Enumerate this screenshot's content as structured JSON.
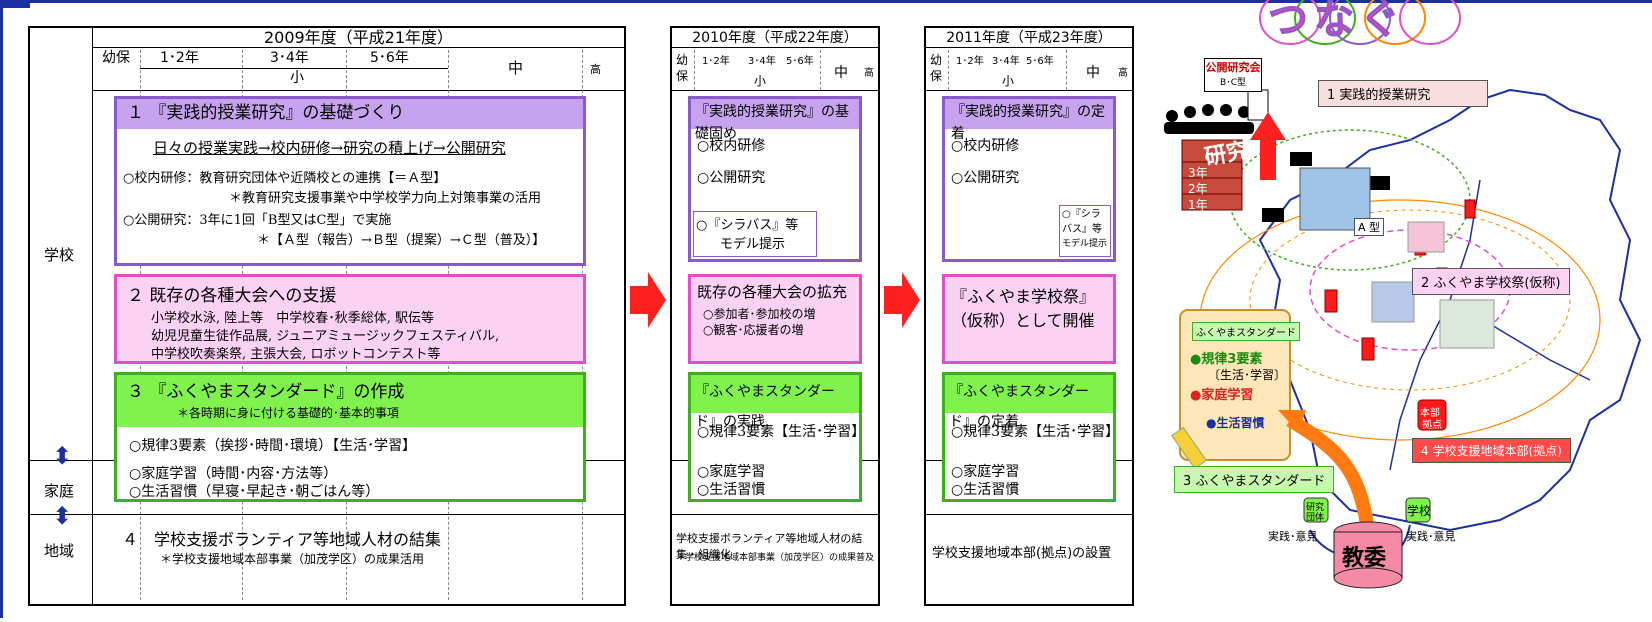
{
  "colors": {
    "frame": "#1c2fa0",
    "purple_border": "#8a5ac8",
    "purple_title": "#c7a2ee",
    "pink_border": "#e04fc8",
    "pink_fill": "#fbd2f4",
    "green_border": "#3fb01a",
    "green_title": "#7ff24e",
    "arrow": "#ff2020"
  },
  "rows": {
    "school": "学校",
    "home": "家庭",
    "region": "地域"
  },
  "p2009": {
    "year": "2009年度（平成21年度）",
    "g_yoho": "幼保",
    "g12": "1･2年",
    "g34": "3･4年",
    "g56": "5･6年",
    "g_sho": "小",
    "g_chu": "中",
    "g_ko": "高",
    "b1_title": "１ 『実践的授業研究』の基礎づくり",
    "b1_flow": "日々の授業実践→校内研修→研究の積上げ→公開研究",
    "b1_l1": "○校内研修：教育研究団体や近隣校との連携【＝Ａ型】",
    "b1_l2": "＊教育研究支援事業や中学校学力向上対策事業の活用",
    "b1_l3": "○公開研究：3年に1回「B型又はC型」で実施",
    "b1_l4": "＊【Ａ型（報告）→Ｂ型（提案）→Ｃ型（普及）】",
    "b2_title": "２ 既存の各種大会への支援",
    "b2_l1": "小学校水泳, 陸上等　中学校春･秋季総体, 駅伝等",
    "b2_l2": "幼児児童生徒作品展, ジュニアミュージックフェスティバル,",
    "b2_l3": "中学校吹奏楽祭, 主張大会, ロボットコンテスト等",
    "b3_title": "３ 『ふくやまスタンダード』の作成",
    "b3_sub": "＊各時期に身に付ける基礎的･基本的事項",
    "b3_l1": "○規律3要素（挨拶･時間･環境）【生活･学習】",
    "b3_l2": "○家庭学習（時間･内容･方法等）",
    "b3_l3": "○生活習慣（早寝･早起き･朝ごはん等）",
    "b4_title": "４　学校支援ボランティア等地域人材の結集",
    "b4_sub": "＊学校支援地域本部事業（加茂学区）の成果活用"
  },
  "p2010": {
    "year": "2010年度（平成22年度）",
    "g_yoho": "幼保",
    "g12": "1･2年",
    "g34": "3･4年",
    "g56": "5･6年",
    "g_sho": "小",
    "g_chu": "中",
    "g_ko": "高",
    "b1_title": "『実践的授業研究』の基礎固め",
    "b1_l1": "○校内研修",
    "b1_l2": "○公開研究",
    "b1_box1": "○『シラバス』等",
    "b1_box2": "モデル提示",
    "b2_title": "既存の各種大会の拡充",
    "b2_l1": "○参加者･参加校の増",
    "b2_l2": "○観客･応援者の増",
    "b3_title": "『ふくやまスタンダード』の実践",
    "b3_l1": "○規律3要素【生活･学習】",
    "b3_l2": "○家庭学習",
    "b3_l3": "○生活習慣",
    "b4_title": "学校支援ボランティア等地域人材の結集・組織化",
    "b4_sub": "＊学校支援地域本部事業（加茂学区）の成果普及"
  },
  "p2011": {
    "year": "2011年度（平成23年度）",
    "g_yoho": "幼保",
    "g12": "1･2年",
    "g34": "3･4年",
    "g56": "5･6年",
    "g_sho": "小",
    "g_chu": "中",
    "g_ko": "高",
    "b1_title": "『実践的授業研究』の定着",
    "b1_l1": "○校内研修",
    "b1_l2": "○公開研究",
    "b1_box1": "○『シラ",
    "b1_box2": "バス』等",
    "b1_box3": "モデル提示",
    "b2_title1": "『ふくやま学校祭』",
    "b2_title2": "（仮称）として開催",
    "b3_title": "『ふくやまスタンダード』の定着",
    "b3_l1": "○規律3要素【生活･学習】",
    "b3_l2": "○家庭学習",
    "b3_l3": "○生活習慣",
    "b4_title": "学校支援地域本部(拠点)の設置"
  },
  "map": {
    "banner": "つなぐ",
    "sign1": "公開研究会",
    "sign2": "B･C型",
    "research": "研究",
    "y3": "3年",
    "y2": "2年",
    "y1": "1年",
    "atype": "A 型",
    "label1": "1 実践的授業研究",
    "label2": "2 ふくやま学校祭(仮称)",
    "label3": "3 ふくやまスタンダード",
    "label4": "4 学校支援地域本部(拠点)",
    "scroll_title": "ふくやまスタンダード",
    "s1": "●規律3要素",
    "s2": "〔生活･学習〕",
    "s3": "●家庭学習",
    "s4": "●生活習慣",
    "honbu1": "本部",
    "honbu2": "拠点",
    "kyoi": "教委",
    "kenkyu1": "研究",
    "kenkyu2": "団体",
    "gakko": "学校",
    "iken_l": "実践･意見",
    "iken_r": "実践･意見"
  }
}
